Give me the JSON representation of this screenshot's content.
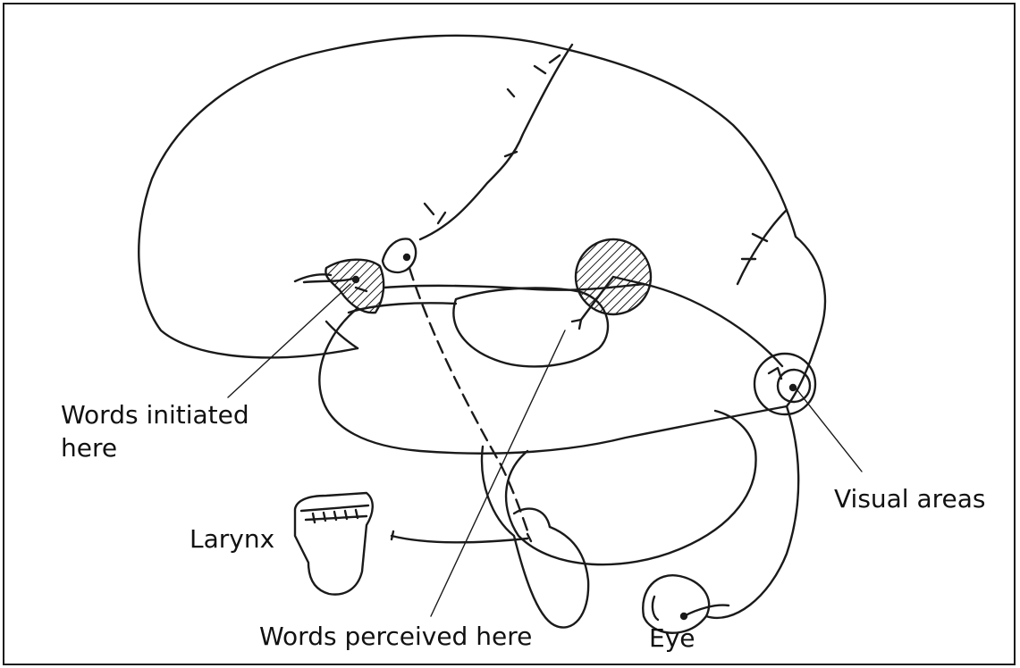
{
  "labels": {
    "words_initiated_line1": "Words initiated",
    "words_initiated_line2": "here",
    "larynx": "Larynx",
    "words_perceived": "Words perceived here",
    "eye": "Eye",
    "visual_areas": "Visual areas"
  },
  "colors": {
    "ink": "#1a1a1a",
    "background": "#ffffff"
  }
}
